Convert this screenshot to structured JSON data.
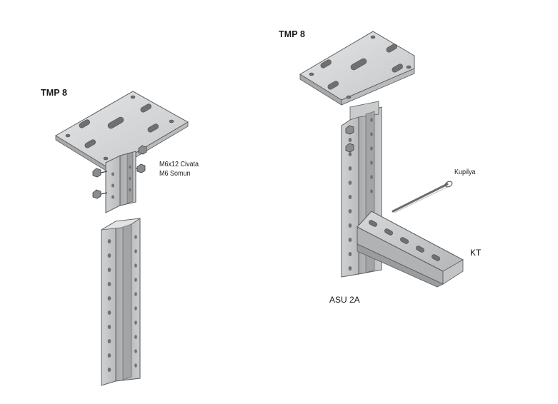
{
  "left_assembly": {
    "title": "TMP 8",
    "bolt_label": "M6x12 Civata",
    "nut_label": "M6 Somun"
  },
  "right_assembly": {
    "title": "TMP 8",
    "pin_label": "Kupilya",
    "bracket_label": "KT",
    "channel_label": "ASU 2A"
  },
  "colors": {
    "plate_top": "#d3d5d7",
    "plate_edge": "#9a9c9e",
    "hole": "#6e7072",
    "outline": "#5a5c5e",
    "label": "#1a1a1a"
  }
}
